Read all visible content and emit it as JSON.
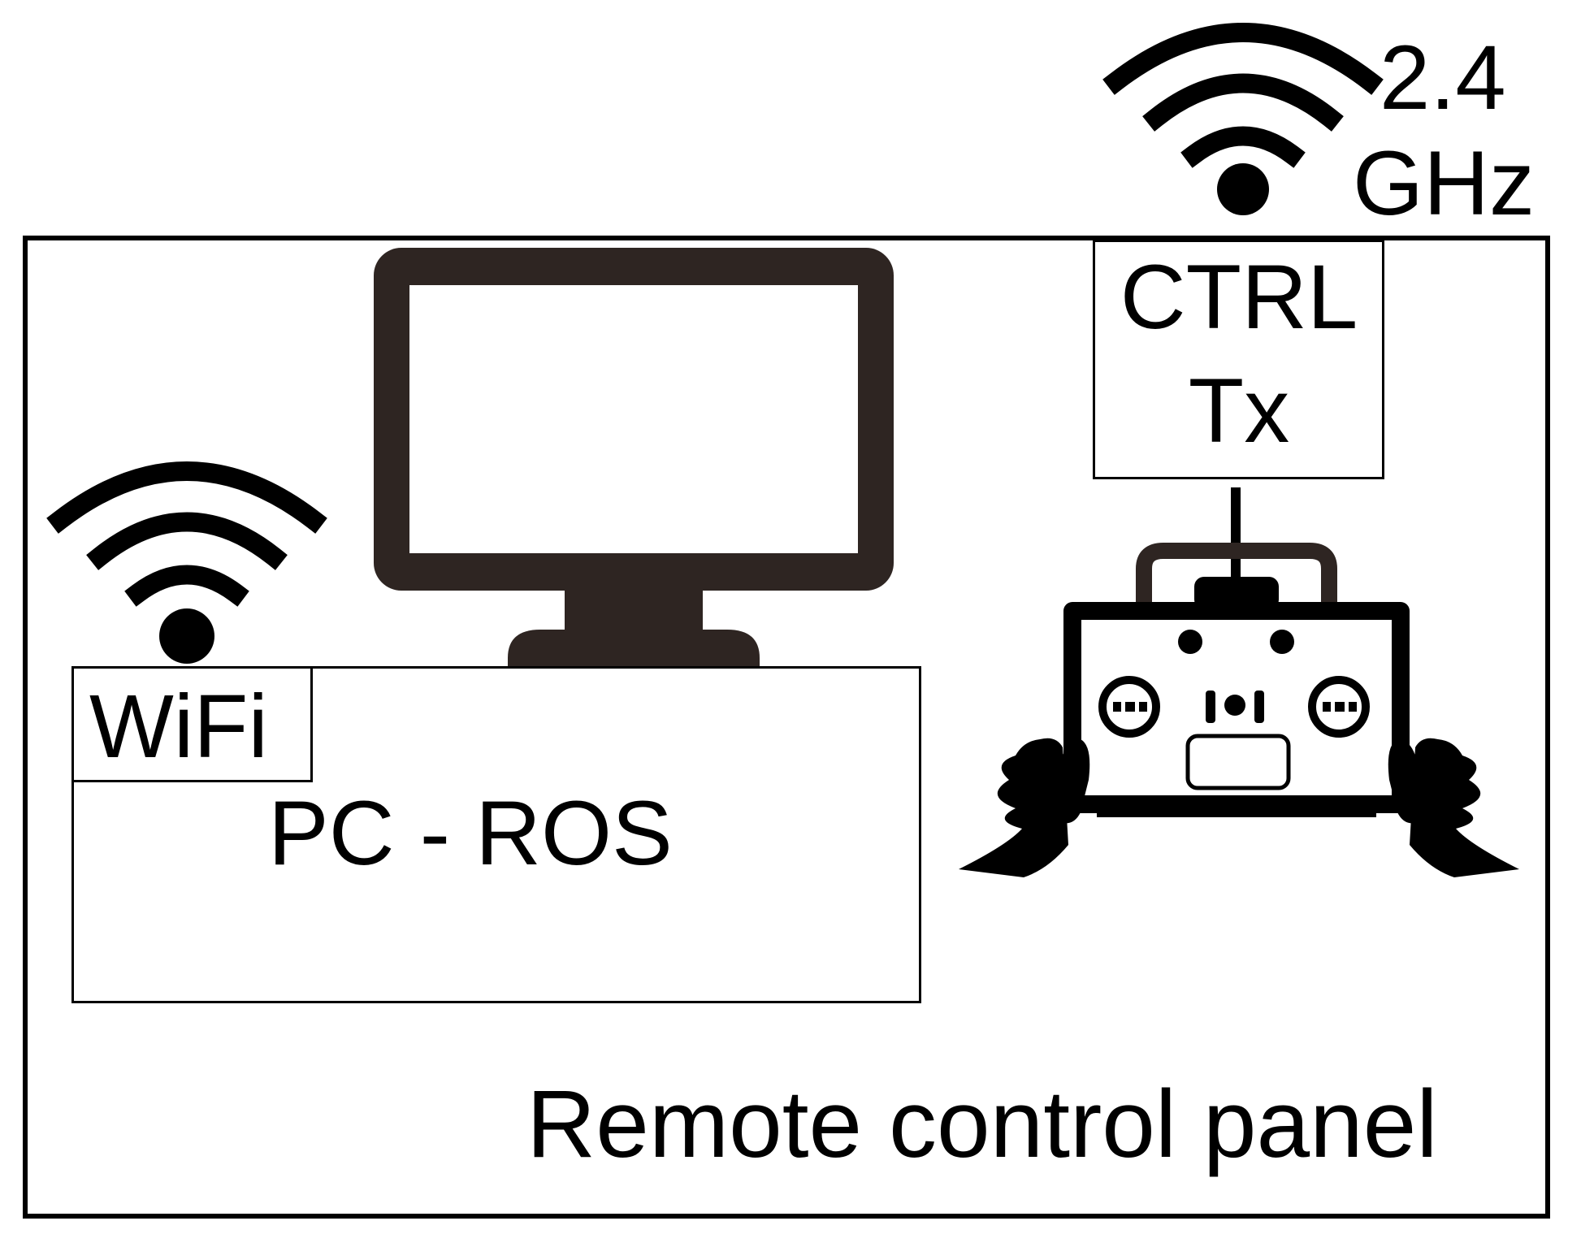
{
  "wifi": {
    "label": "WiFi"
  },
  "pc": {
    "label": "PC - ROS"
  },
  "controller": {
    "line1": "CTRL",
    "line2": "Tx"
  },
  "radio": {
    "value": "2.4",
    "unit": "GHz"
  },
  "panel": {
    "label": "Remote control panel"
  },
  "icons": {
    "monitor": "monitor-icon",
    "wifi": "wifi-signal-icon",
    "radio": "radio-signal-icon",
    "transmitter": "rc-transmitter-icon",
    "hands": "hands-icon"
  },
  "colors": {
    "monitor": "#2e2522",
    "stroke": "#000000",
    "background": "#ffffff"
  }
}
